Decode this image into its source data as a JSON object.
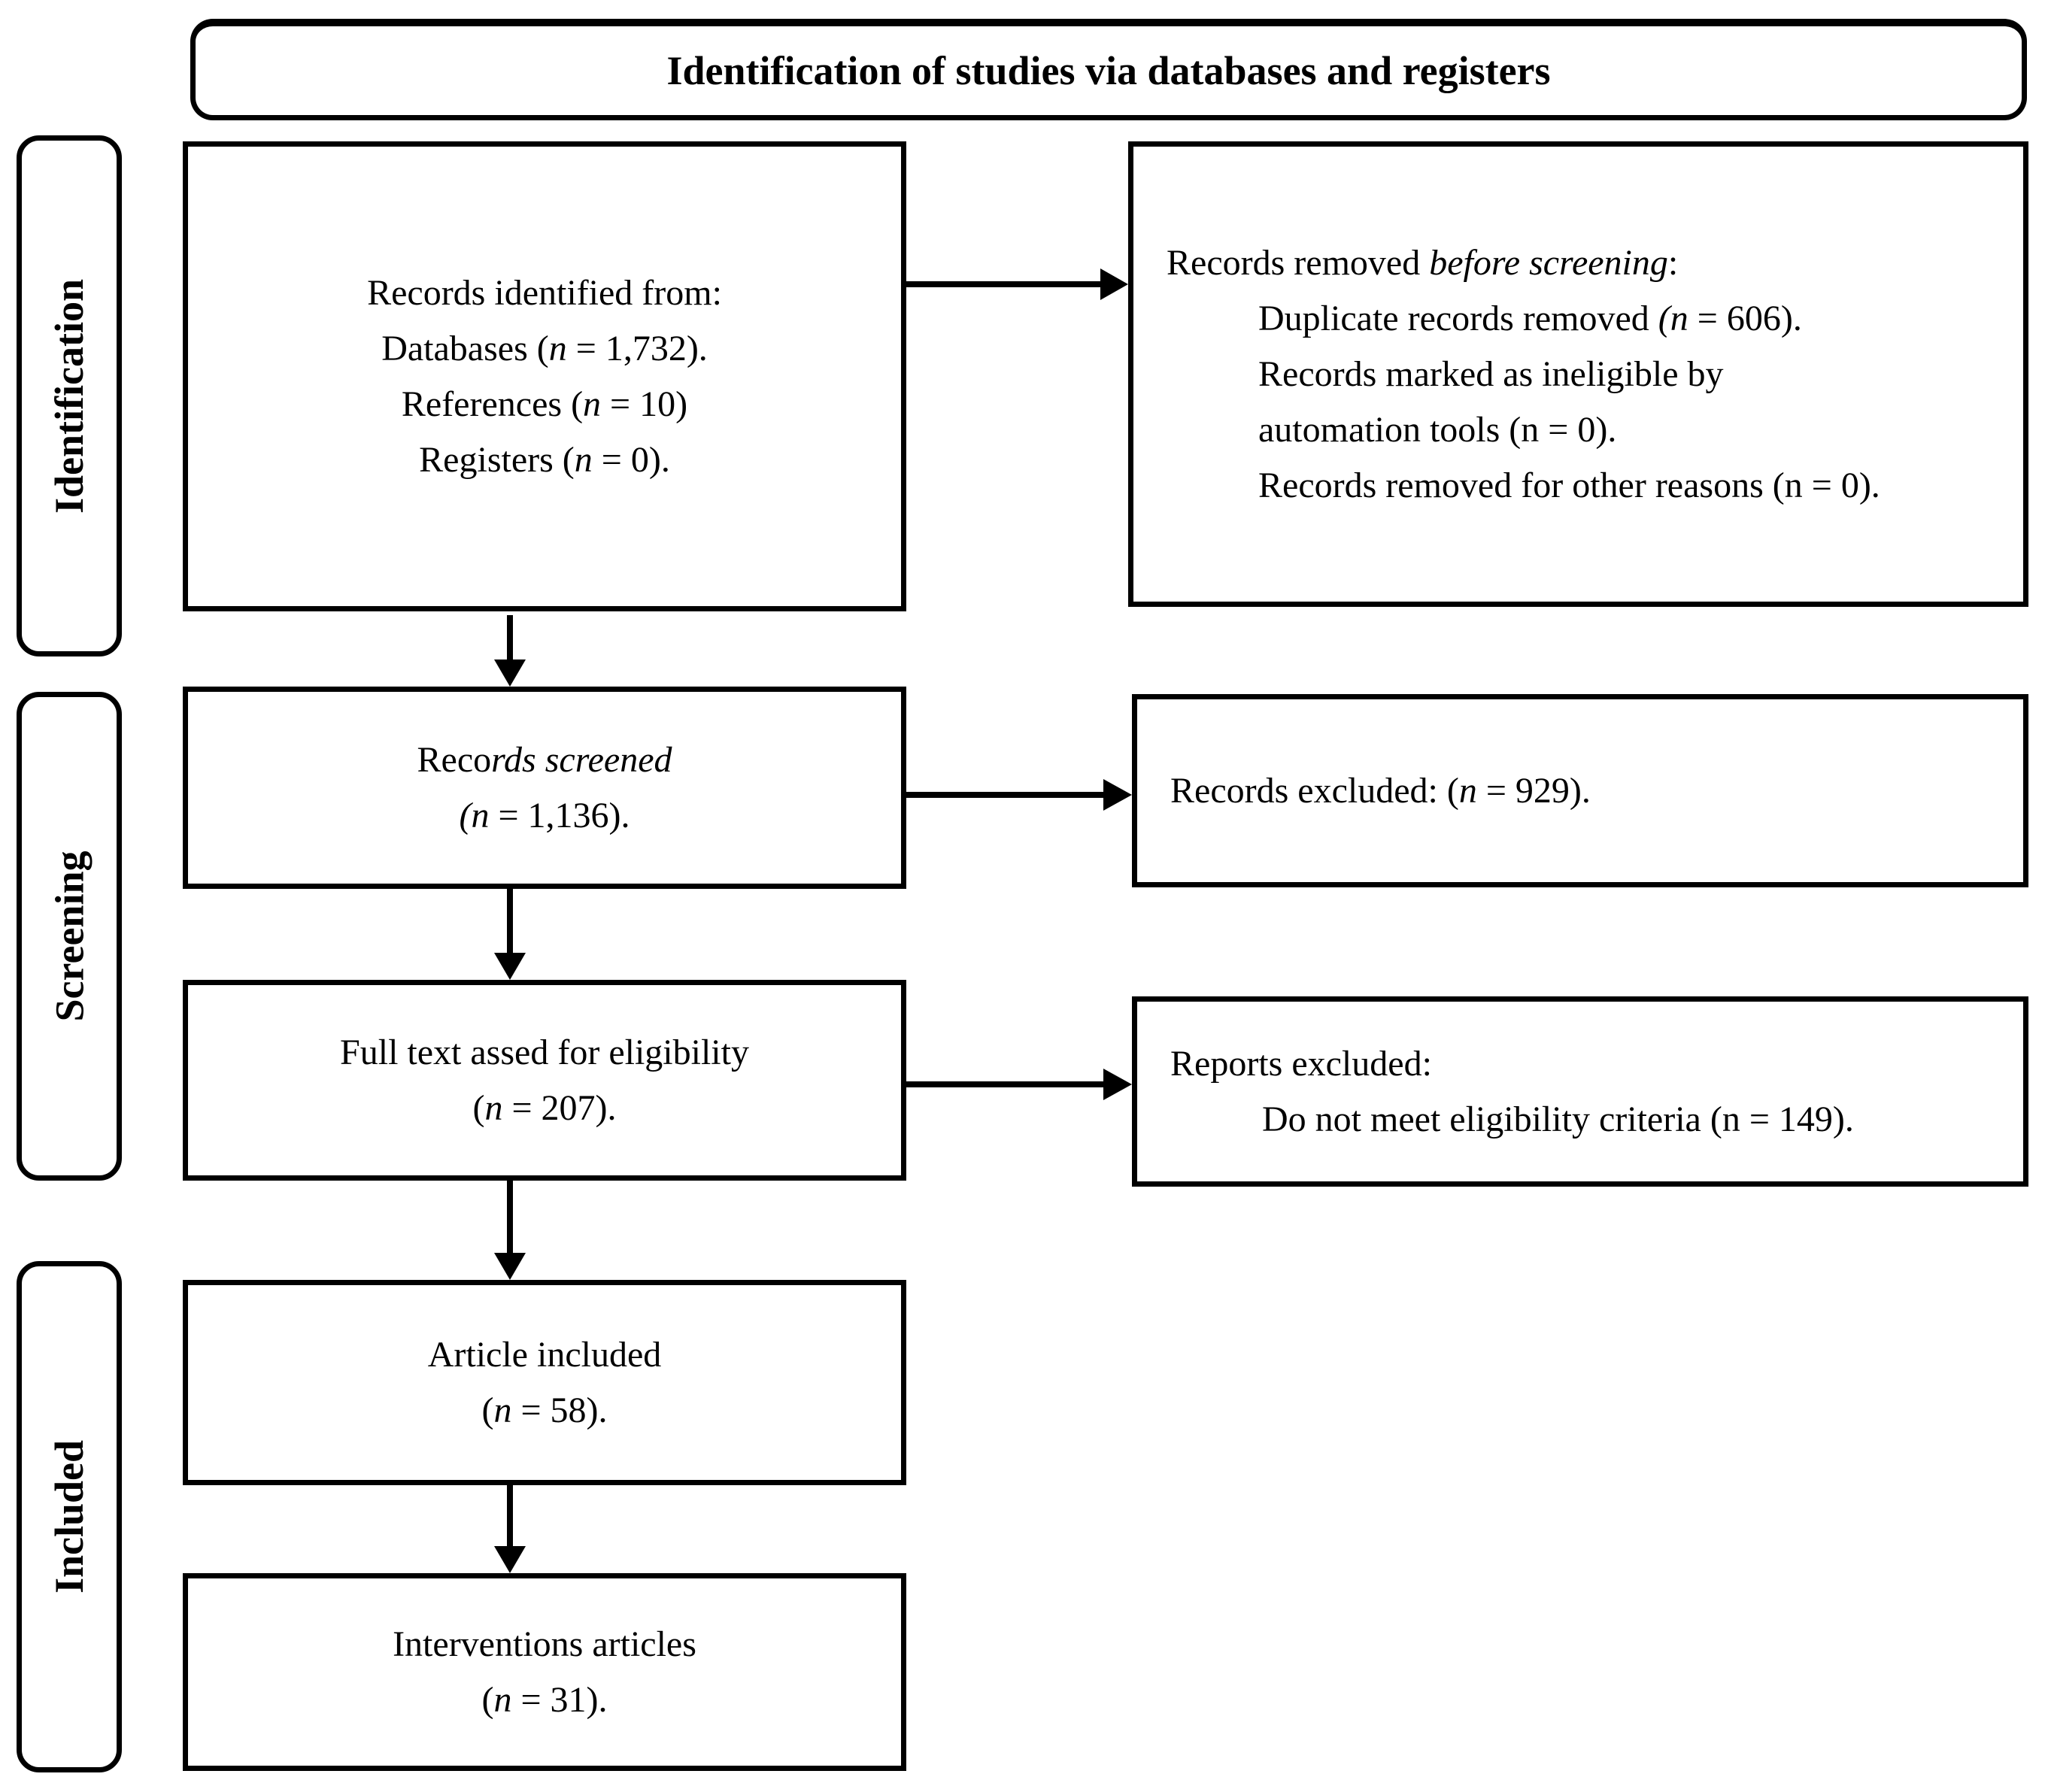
{
  "header": {
    "title": "Identification of studies via databases and registers"
  },
  "sidebar": {
    "stages": [
      {
        "label": "Identification"
      },
      {
        "label": "Screening"
      },
      {
        "label": "Included"
      }
    ]
  },
  "boxes": {
    "identified": {
      "lines": [
        {
          "seg": [
            {
              "t": "Records identified from:"
            }
          ]
        },
        {
          "seg": [
            {
              "t": "Databases ("
            },
            {
              "t": "n",
              "i": 1
            },
            {
              "t": " = 1,732)."
            }
          ]
        },
        {
          "seg": [
            {
              "t": "References ("
            },
            {
              "t": "n",
              "i": 1
            },
            {
              "t": " = 10)"
            }
          ]
        },
        {
          "seg": [
            {
              "t": "Registers ("
            },
            {
              "t": "n",
              "i": 1
            },
            {
              "t": " = 0)."
            }
          ]
        }
      ]
    },
    "removed_before_screening": {
      "lines": [
        {
          "seg": [
            {
              "t": "Records removed "
            },
            {
              "t": "before screening",
              "i": 1
            },
            {
              "t": ":"
            }
          ]
        },
        {
          "ind": 1,
          "seg": [
            {
              "t": "Duplicate records removed "
            },
            {
              "t": "(n",
              "i": 1
            },
            {
              "t": " = 606)."
            }
          ]
        },
        {
          "ind": 1,
          "seg": [
            {
              "t": "Records marked as ineligible by"
            }
          ]
        },
        {
          "ind": 1,
          "seg": [
            {
              "t": "automation tools (n = 0)."
            }
          ]
        },
        {
          "ind": 1,
          "seg": [
            {
              "t": "Records removed for other reasons (n = 0)."
            }
          ]
        }
      ]
    },
    "screened": {
      "lines": [
        {
          "seg": [
            {
              "t": "Reco"
            },
            {
              "t": "rds screened",
              "i": 1
            }
          ]
        },
        {
          "seg": [
            {
              "t": "(n",
              "i": 1
            },
            {
              "t": " = 1,136)."
            }
          ]
        }
      ]
    },
    "records_excluded": {
      "lines": [
        {
          "seg": [
            {
              "t": "Records excluded: ("
            },
            {
              "t": "n",
              "i": 1
            },
            {
              "t": " = 929)."
            }
          ]
        }
      ]
    },
    "fulltext": {
      "lines": [
        {
          "seg": [
            {
              "t": "Full text assed for eligibility"
            }
          ]
        },
        {
          "seg": [
            {
              "t": "("
            },
            {
              "t": "n",
              "i": 1
            },
            {
              "t": " = 207)."
            }
          ]
        }
      ]
    },
    "reports_excluded": {
      "lines": [
        {
          "seg": [
            {
              "t": "Reports excluded:"
            }
          ]
        },
        {
          "ind": 1,
          "seg": [
            {
              "t": "Do not meet eligibility criteria (n = 149)."
            }
          ]
        }
      ]
    },
    "article_included": {
      "lines": [
        {
          "seg": [
            {
              "t": "Article included"
            }
          ]
        },
        {
          "seg": [
            {
              "t": "("
            },
            {
              "t": "n",
              "i": 1
            },
            {
              "t": " = 58)."
            }
          ]
        }
      ]
    },
    "interventions": {
      "lines": [
        {
          "seg": [
            {
              "t": "Interventions articles"
            }
          ]
        },
        {
          "seg": [
            {
              "t": "("
            },
            {
              "t": "n",
              "i": 1
            },
            {
              "t": " = 31)."
            }
          ]
        }
      ]
    }
  },
  "colors": {
    "ink": "#000000",
    "background": "#ffffff"
  }
}
